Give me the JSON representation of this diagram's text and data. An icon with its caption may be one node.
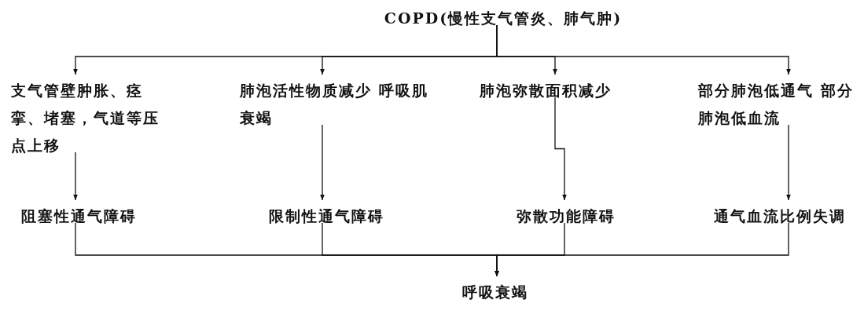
{
  "diagram": {
    "nodes": [
      {
        "text": [
          "COPD(慢性支气管炎、肺气肿)"
        ]
      },
      {
        "text": [
          "支气管壁肿胀、痉挛、堵塞，气道等压点上移"
        ]
      },
      {
        "text": [
          "肺泡活性物质减少 呼吸肌衰竭"
        ]
      },
      {
        "text": [
          "肺泡弥散面积减少"
        ]
      },
      {
        "text": [
          "部分肺泡低通气 部分肺泡低血流"
        ]
      },
      {
        "text": [
          "阻塞性通气障碍"
        ]
      },
      {
        "text": [
          "限制性通气障碍"
        ]
      },
      {
        "text": [
          "弥散功能障碍"
        ]
      },
      {
        "text": [
          "通气血流比例失调"
        ]
      },
      {
        "text": [
          "呼吸衰竭"
        ]
      }
    ],
    "edges": [
      {
        "from": 0,
        "to": 1,
        "arrow": "to"
      },
      {
        "from": 0,
        "to": 2,
        "arrow": "to"
      },
      {
        "from": 0,
        "to": 3,
        "arrow": "to"
      },
      {
        "from": 0,
        "to": 4,
        "arrow": "to"
      },
      {
        "from": 1,
        "to": 5,
        "arrow": "to"
      },
      {
        "from": 2,
        "to": 6,
        "arrow": "to"
      },
      {
        "from": 3,
        "to": 7,
        "arrow": "to"
      },
      {
        "from": 4,
        "to": 8,
        "arrow": "to"
      },
      {
        "from": 5,
        "to": 9,
        "arrow": "to"
      },
      {
        "from": 6,
        "to": 9,
        "arrow": "to"
      },
      {
        "from": 7,
        "to": 9,
        "arrow": "to"
      },
      {
        "from": 8,
        "to": 9,
        "arrow": "to"
      }
    ]
  }
}
